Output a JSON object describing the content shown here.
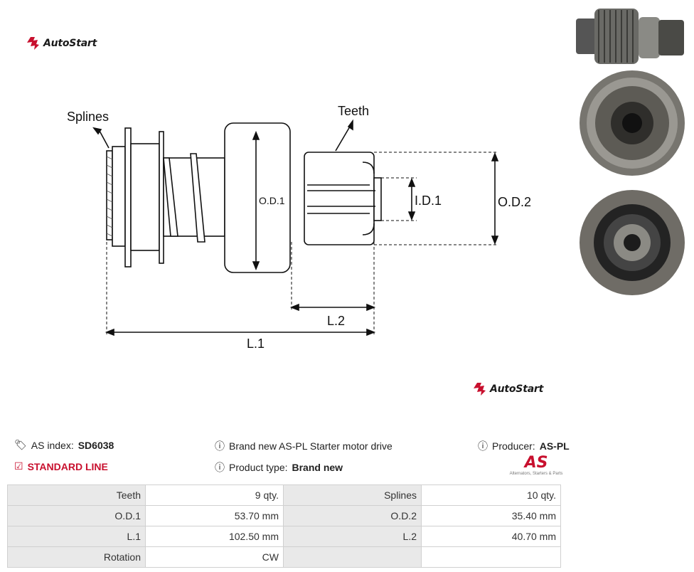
{
  "brand": {
    "name": "AutoStart",
    "logo_color": "#c8102e"
  },
  "diagram": {
    "labels": {
      "splines": "Splines",
      "teeth": "Teeth",
      "od1": "O.D.1",
      "id1": "I.D.1",
      "od2": "O.D.2",
      "l2": "L.2",
      "l1": "L.1"
    }
  },
  "product": {
    "as_index_label": "AS index:",
    "as_index_value": "SD6038",
    "standard_line": "STANDARD LINE",
    "description": "Brand new AS-PL Starter motor drive",
    "product_type_label": "Product type:",
    "product_type_value": "Brand new",
    "producer_label": "Producer:",
    "producer_value": "AS-PL",
    "producer_logo_text": "AS",
    "producer_logo_tagline": "Alternators, Starters & Parts"
  },
  "specs": [
    [
      "Teeth",
      "9 qty.",
      "Splines",
      "10 qty."
    ],
    [
      "O.D.1",
      "53.70 mm",
      "O.D.2",
      "35.40 mm"
    ],
    [
      "L.1",
      "102.50 mm",
      "L.2",
      "40.70 mm"
    ],
    [
      "Rotation",
      "CW",
      "",
      ""
    ]
  ],
  "icons": {
    "tag": "tag-icon",
    "check": "check-square-icon",
    "info": "info-circle-icon"
  }
}
